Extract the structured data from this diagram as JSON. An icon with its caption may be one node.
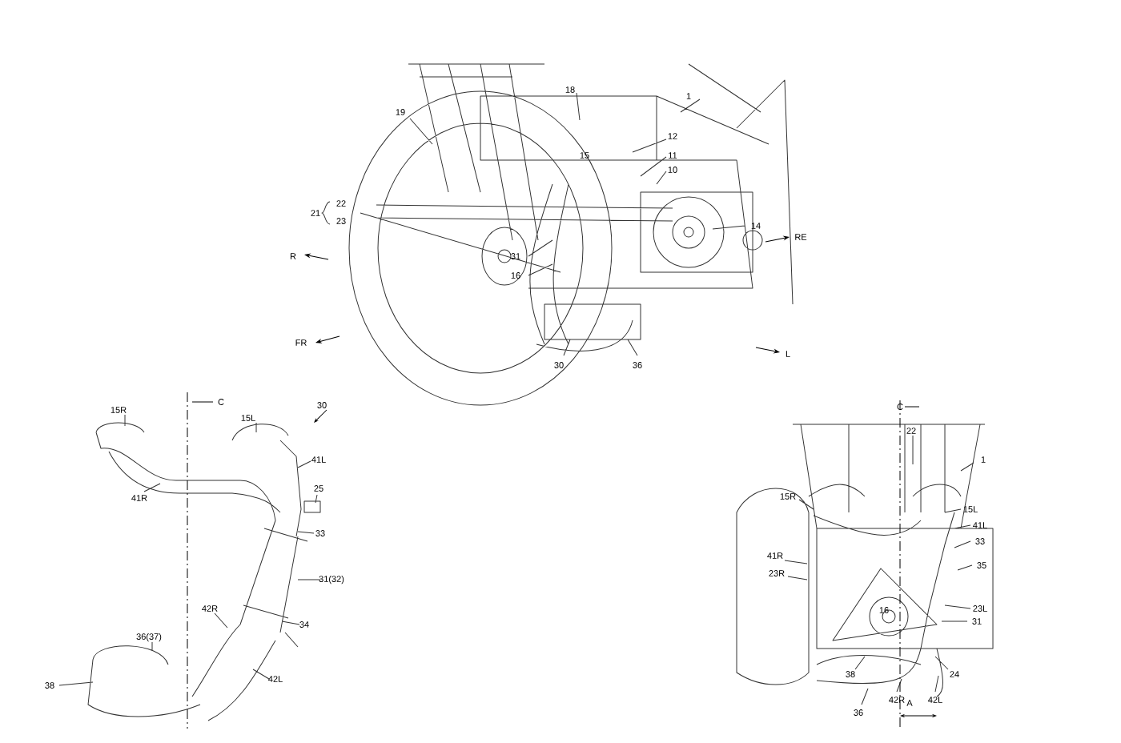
{
  "diagram": {
    "labels": [
      "1",
      "18",
      "19",
      "12",
      "15",
      "11",
      "10",
      "22",
      "21",
      "23",
      "14",
      "R",
      "RE",
      "31",
      "16",
      "FR",
      "L",
      "30",
      "36",
      "C",
      "30",
      "15R",
      "15L",
      "41L",
      "41R",
      "25",
      "33",
      "31(32)",
      "42R",
      "34",
      "36(37)",
      "38",
      "42L",
      "C",
      "22",
      "1",
      "15R",
      "15L",
      "41L",
      "33",
      "41R",
      "35",
      "23R",
      "23L",
      "16",
      "31",
      "24",
      "38",
      "36",
      "42R",
      "42L",
      "A"
    ]
  }
}
